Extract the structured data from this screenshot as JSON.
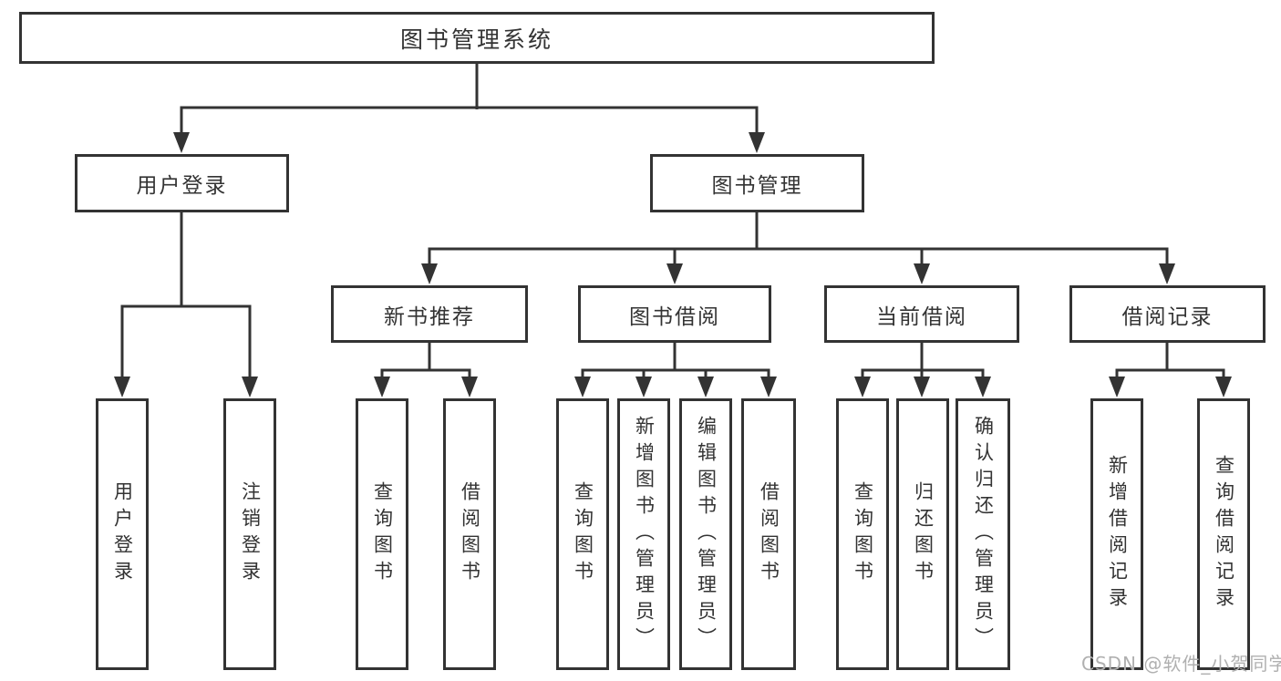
{
  "colors": {
    "line": "#333333",
    "text": "#333333",
    "box_background": "#ffffff",
    "watermark": "#b0b0b0",
    "page_background": "#ffffff"
  },
  "watermark": {
    "text": "CSDN @软件_小贺同学"
  },
  "tree": {
    "label": "图书管理系统",
    "children": [
      {
        "label": "用户登录",
        "children": [
          {
            "label": "用户登录"
          },
          {
            "label": "注销登录"
          }
        ]
      },
      {
        "label": "图书管理",
        "children": [
          {
            "label": "新书推荐",
            "children": [
              {
                "label": "查询图书"
              },
              {
                "label": "借阅图书"
              }
            ]
          },
          {
            "label": "图书借阅",
            "children": [
              {
                "label": "查询图书"
              },
              {
                "label": "新增图书（管理员）"
              },
              {
                "label": "编辑图书（管理员）"
              },
              {
                "label": "借阅图书"
              }
            ]
          },
          {
            "label": "当前借阅",
            "children": [
              {
                "label": "查询图书"
              },
              {
                "label": "归还图书"
              },
              {
                "label": "确认归还（管理员）"
              }
            ]
          },
          {
            "label": "借阅记录",
            "children": [
              {
                "label": "新增借阅记录"
              },
              {
                "label": "查询借阅记录"
              }
            ]
          }
        ]
      }
    ]
  }
}
